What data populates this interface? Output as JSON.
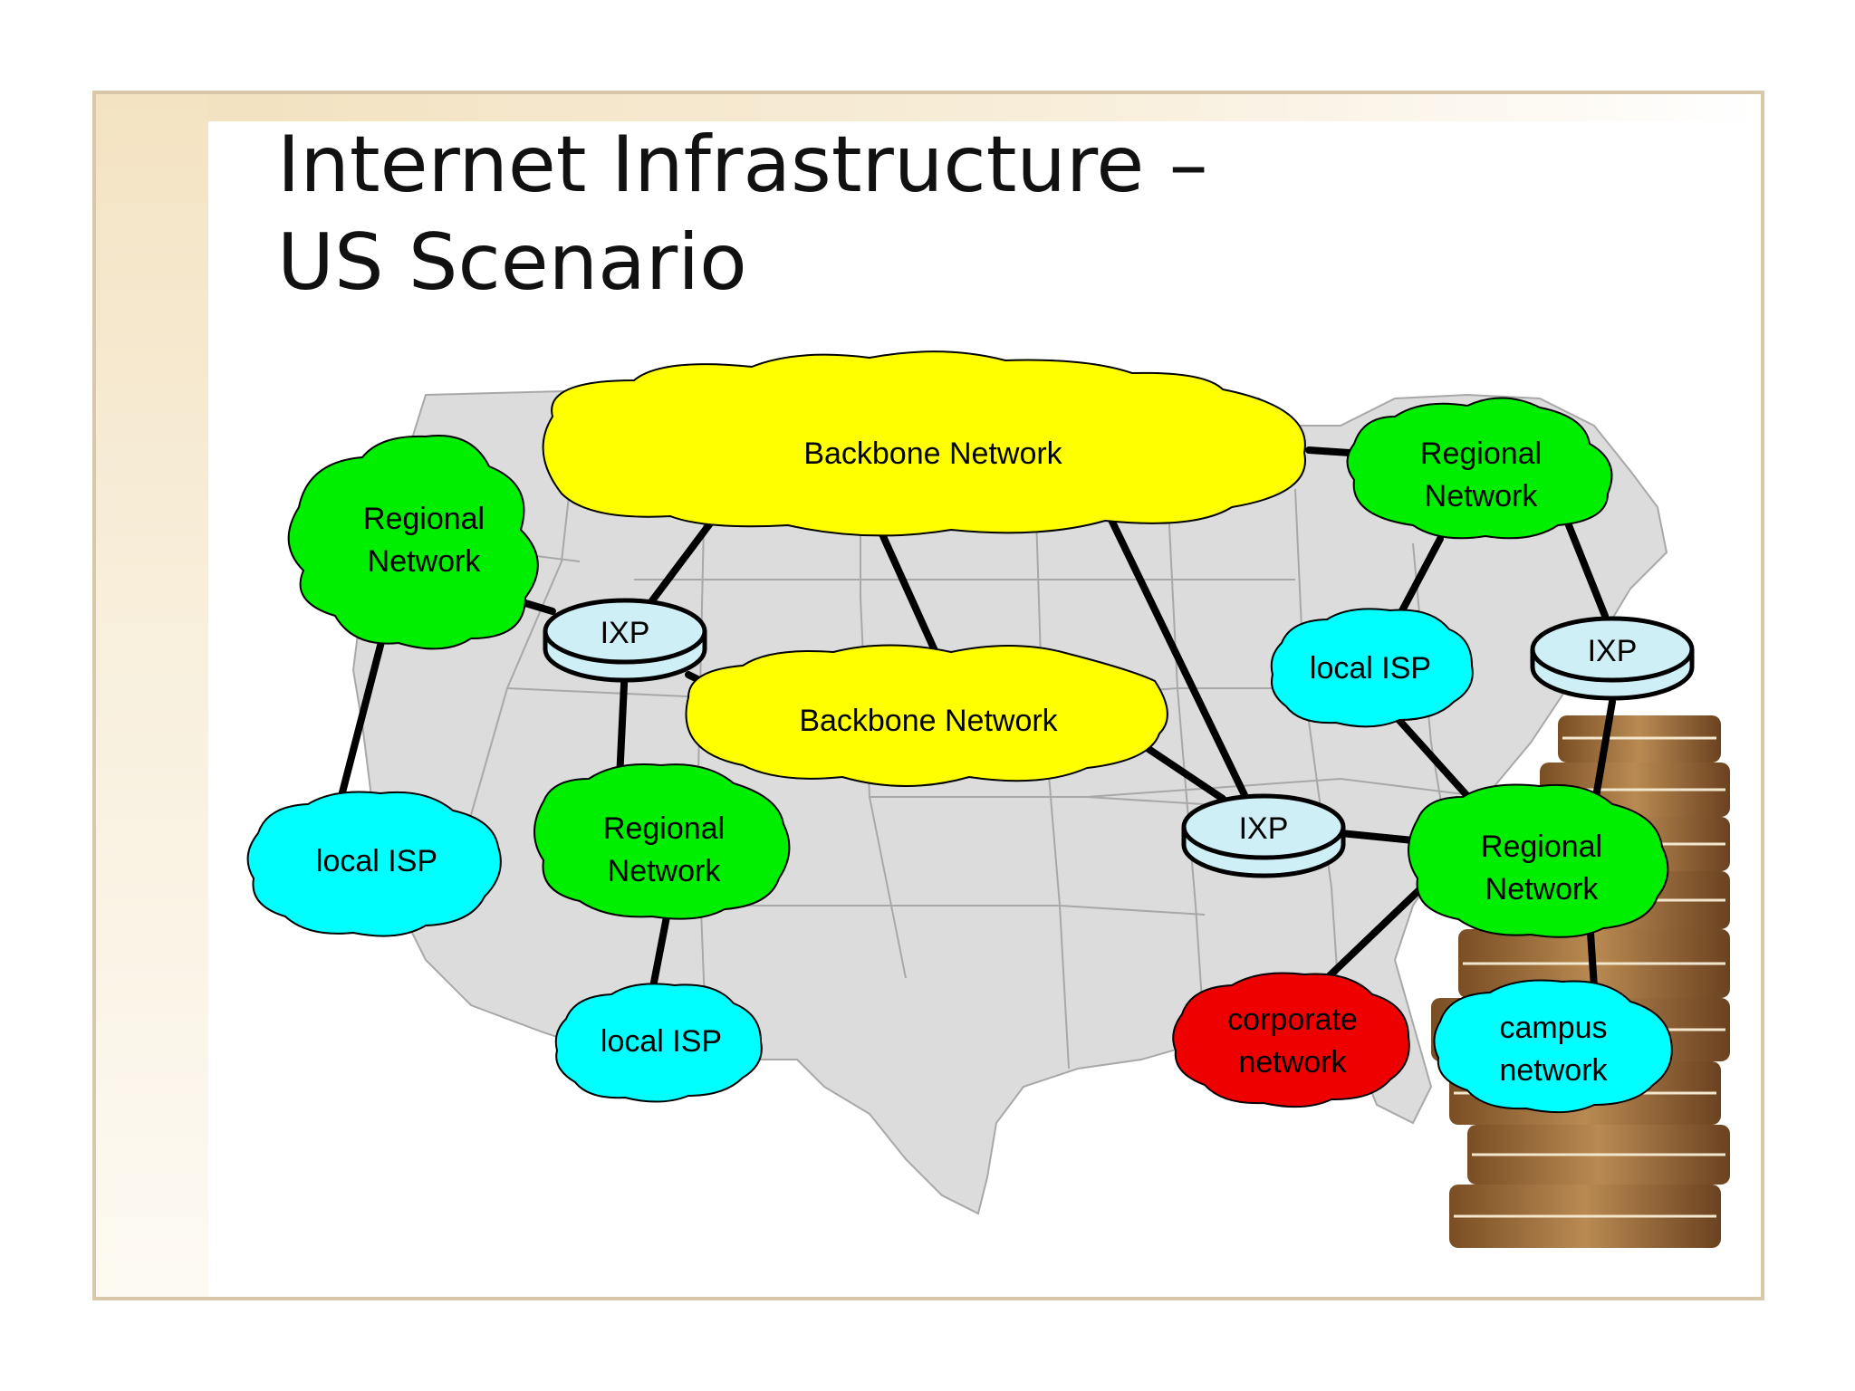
{
  "slide": {
    "title_line1": "Internet Infrastructure –",
    "title_line2": "US Scenario"
  },
  "nodes": {
    "backbone_top": "Backbone Network",
    "backbone_mid": "Backbone Network",
    "regional_nw_1": "Regional",
    "regional_nw_2": "Network",
    "regional_ne_1": "Regional",
    "regional_ne_2": "Network",
    "regional_mid_1": "Regional",
    "regional_mid_2": "Network",
    "regional_se_1": "Regional",
    "regional_se_2": "Network",
    "local_isp_west": "local ISP",
    "local_isp_south": "local ISP",
    "local_isp_east": "local ISP",
    "ixp_west": "IXP",
    "ixp_east": "IXP",
    "ixp_central": "IXP",
    "corporate_1": "corporate",
    "corporate_2": "network",
    "campus_1": "campus",
    "campus_2": "network"
  },
  "colors": {
    "backbone": "#ffff00",
    "regional": "#00ee00",
    "local_isp": "#00ffff",
    "ixp": "#cfeff7",
    "corporate": "#ee0000",
    "campus": "#00ffff",
    "map": "#dcdcdc"
  }
}
